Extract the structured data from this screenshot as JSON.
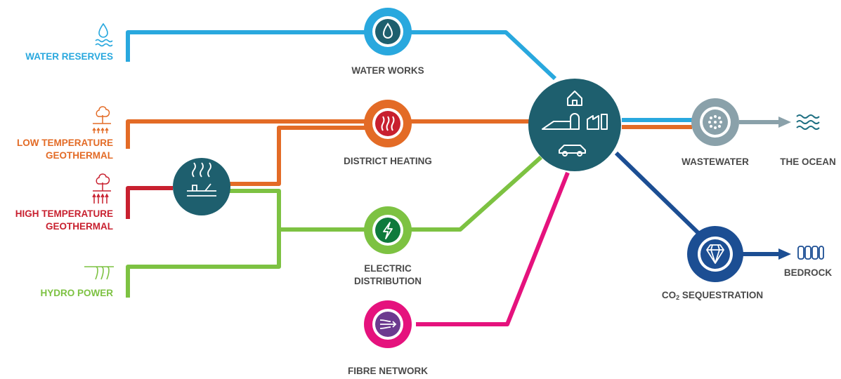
{
  "colors": {
    "water": "#29a8de",
    "heat": "#e36b26",
    "hightemp": "#c8202f",
    "electric": "#7dc242",
    "fibre": "#e5127d",
    "hub": "#1e5f6e",
    "wastewater": "#8aa1aa",
    "co2": "#1c4e93",
    "ocean": "#1e6f82",
    "label": "#4a4a4a"
  },
  "sources": {
    "water_reserves": "WATER RESERVES",
    "low_temp_line1": "LOW TEMPERATURE",
    "low_temp_line2": "GEOTHERMAL",
    "high_temp_line1": "HIGH TEMPERATURE",
    "high_temp_line2": "GEOTHERMAL",
    "hydro_power": "HYDRO POWER"
  },
  "utilities": {
    "water_works": "WATER WORKS",
    "district_heating": "DISTRICT HEATING",
    "electric_line1": "ELECTRIC",
    "electric_line2": "DISTRIBUTION",
    "fibre_network": "FIBRE NETWORK"
  },
  "outputs": {
    "wastewater": "WASTEWATER",
    "the_ocean": "THE OCEAN",
    "co2_prefix": "CO",
    "co2_sub": "2",
    "co2_suffix": " SEQUESTRATION",
    "bedrock": "BEDROCK"
  },
  "icons": {
    "water_source": "water-drop-waves-icon",
    "low_temp_source": "tree-heat-arrows-icon",
    "high_temp_source": "tree-heat-arrows-icon",
    "hydro_source": "waterfall-icon",
    "power_plant": "geothermal-plant-icon",
    "water_works": "water-drop-icon",
    "district_heating": "heat-waves-icon",
    "electric": "lightning-icon",
    "fibre": "fibre-arrows-icon",
    "hub": "city-house-factory-car-icon",
    "wastewater": "filter-dots-icon",
    "ocean": "waves-icon",
    "co2": "diamond-icon",
    "bedrock": "rock-cylinders-icon"
  }
}
